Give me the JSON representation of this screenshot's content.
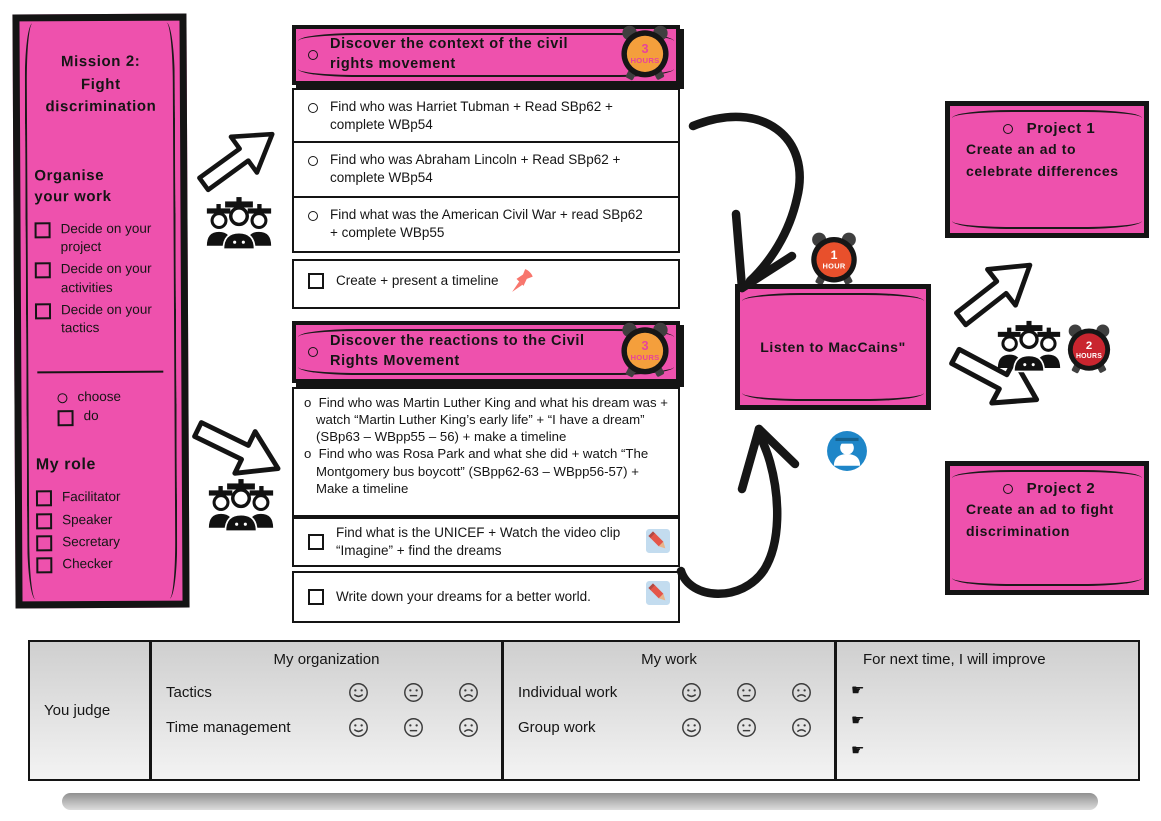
{
  "colors": {
    "pink": "#ee51ad",
    "outline_black": "#141414",
    "clock_orange_face": "#f49f3c",
    "clock_orange_text": "#e8439b",
    "clock_red_face": "#e8502c",
    "clock_crimson_face": "#c9252f",
    "pushpin_red": "#f8766d",
    "pencil_bg_blue": "#c3dcef",
    "pencil_red": "#e45649",
    "graduate_blue": "#1e86c8",
    "table_gray": "#d8d8d8"
  },
  "icons": {
    "pointing_hand": "☛"
  },
  "mission": {
    "title_lines": [
      "Mission 2:",
      "Fight",
      "discrimination"
    ],
    "organise_heading_lines": [
      "Organise",
      "your work"
    ],
    "organise_items": [
      "Decide  on your project",
      "Decide on your activities",
      "Decide on your tactics"
    ],
    "legend_choose": "choose",
    "legend_do": "do",
    "role_heading": "My role",
    "roles": [
      "Facilitator",
      "Speaker",
      "Secretary",
      "Checker"
    ]
  },
  "context": {
    "heading": "Discover the context of the civil rights movement",
    "clock_value": "3",
    "clock_unit": "HOURS",
    "tasks": [
      "Find who was Harriet Tubman + Read SBp62 + complete WBp54",
      "Find who was Abraham Lincoln + Read SBp62 + complete WBp54",
      "Find what was the American Civil War + read SBp62 + complete WBp55"
    ],
    "timeline_task": "Create + present a timeline"
  },
  "reactions": {
    "heading": "Discover the reactions to the Civil Rights Movement",
    "clock_value": "3",
    "clock_unit": "HOURS",
    "bullet_tasks": [
      "Find who was Martin Luther King and what his dream was + watch “Martin Luther King’s early life” + “I have a dream” (SBp63 – WBpp55 – 56) + make a timeline",
      "Find who was Rosa Park and what she did + watch “The Montgomery bus boycott” (SBpp62-63 – WBpp56-57) + Make a timeline"
    ],
    "unicef_task": "Find what is the UNICEF + Watch the video clip “Imagine” + find the dreams",
    "dreams_task": "Write down your dreams for a better world."
  },
  "listen": {
    "label": "Listen to MacCains\"",
    "clock_value": "1",
    "clock_unit": "HOUR"
  },
  "projects": {
    "p1_title": "Project 1",
    "p1_desc": "Create an ad to celebrate differences",
    "p2_title": "Project 2",
    "p2_desc": "Create an ad to fight discrimination",
    "duration_value": "2",
    "duration_unit": "HOURS"
  },
  "judge": {
    "row_header": "You judge",
    "org_title": "My organization",
    "org_rows": [
      "Tactics",
      "Time management"
    ],
    "work_title": "My work",
    "work_rows": [
      "Individual work",
      "Group work"
    ],
    "improve_title": "For next time, I will improve"
  }
}
